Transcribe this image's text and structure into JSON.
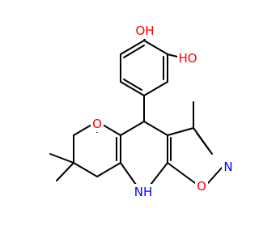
{
  "molecule": {
    "colors": {
      "bond": "#000000",
      "oxygen": "#ff0000",
      "nitrogen": "#0000ff",
      "background": "#ffffff"
    },
    "atom_labels": {
      "oh_top": "OH",
      "ho_right": "HO",
      "ketone_o": "O",
      "ring_o": "O",
      "ring_n": "N",
      "nh": "NH"
    }
  }
}
